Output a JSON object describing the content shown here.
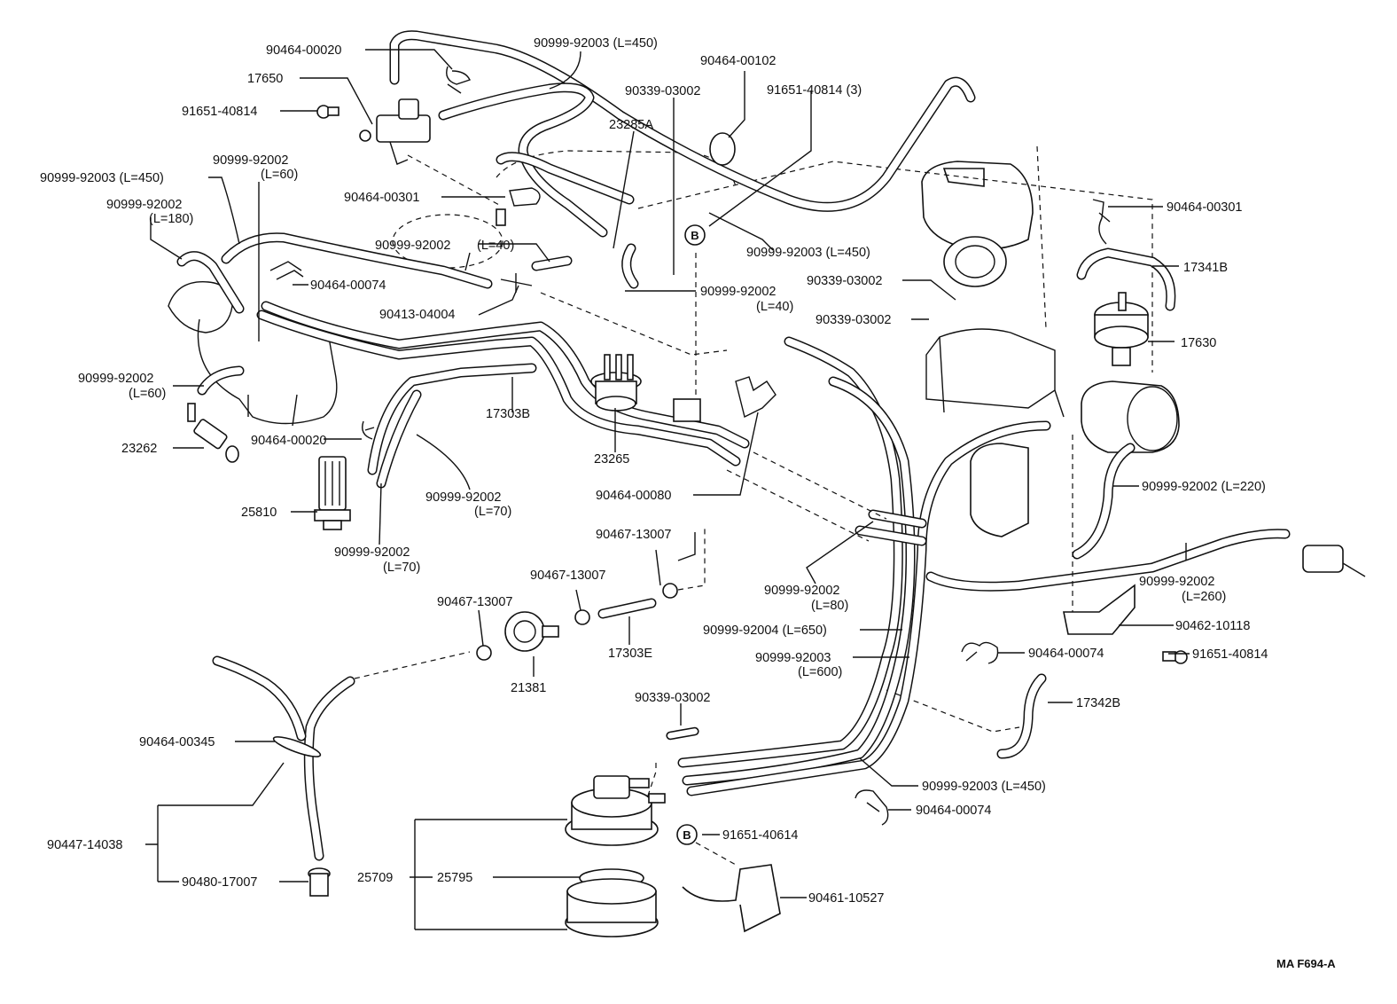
{
  "labels": {
    "l90464_00020_a": "90464-00020",
    "l17650": "17650",
    "l91651_40814_a": "91651-40814",
    "l90999_92003_450_a": "90999-92003 (L=450)",
    "l90999_92002_60_a": "90999-92002",
    "l90999_92002_60_a_len": "(L=60)",
    "l90999_92002_180": "90999-92002",
    "l90999_92002_180_len": "(L=180)",
    "l90999_92003_450_top": "90999-92003 (L=450)",
    "l90464_00102": "90464-00102",
    "l90339_03002_a": "90339-03002",
    "l91651_40814_3": "91651-40814 (3)",
    "l23285a": "23285A",
    "l90464_00301_a": "90464-00301",
    "l90999_92002_40_a": "90999-92002",
    "l90999_92002_40_a_len": "(L=40)",
    "l90464_00074_a": "90464-00074",
    "l90413_04004": "90413-04004",
    "l90999_92002_40_b": "90999-92002",
    "l90999_92002_40_b_len": "(L=40)",
    "l90999_92003_450_mid": "90999-92003 (L=450)",
    "l90464_00301_b": "90464-00301",
    "l17341b": "17341B",
    "l90339_03002_b": "90339-03002",
    "l90339_03002_c": "90339-03002",
    "l17630": "17630",
    "l90999_92002_60_b": "90999-92002",
    "l90999_92002_60_b_len": "(L=60)",
    "l23262": "23262",
    "l90464_00020_b": "90464-00020",
    "l17303b": "17303B",
    "l23265": "23265",
    "l25810": "25810",
    "l90999_92002_70_a": "90999-92002",
    "l90999_92002_70_a_len": "(L=70)",
    "l90999_92002_70_b": "90999-92002",
    "l90999_92002_70_b_len": "(L=70)",
    "l90464_00080": "90464-00080",
    "l90999_92002_220": "90999-92002 (L=220)",
    "l90467_13007_a": "90467-13007",
    "l90467_13007_b": "90467-13007",
    "l90467_13007_c": "90467-13007",
    "l90999_92002_80": "90999-92002",
    "l90999_92002_80_len": "(L=80)",
    "l90999_92002_260": "90999-92002",
    "l90999_92002_260_len": "(L=260)",
    "l17303e": "17303E",
    "l90999_92004_650": "90999-92004 (L=650)",
    "l90462_10118": "90462-10118",
    "l90999_92003_600": "90999-92003",
    "l90999_92003_600_len": "(L=600)",
    "l90464_00074_b": "90464-00074",
    "l91651_40814_b": "91651-40814",
    "l21381": "21381",
    "l90339_03002_d": "90339-03002",
    "l17342b": "17342B",
    "l90464_00345": "90464-00345",
    "l90999_92003_450_bot": "90999-92003 (L=450)",
    "l90464_00074_c": "90464-00074",
    "l90447_14038": "90447-14038",
    "l91651_40614": "91651-40614",
    "l25709": "25709",
    "l25795": "25795",
    "l90480_17007": "90480-17007",
    "l90461_10527": "90461-10527",
    "ref_b": "B",
    "footer_code": "MA F694-A"
  }
}
